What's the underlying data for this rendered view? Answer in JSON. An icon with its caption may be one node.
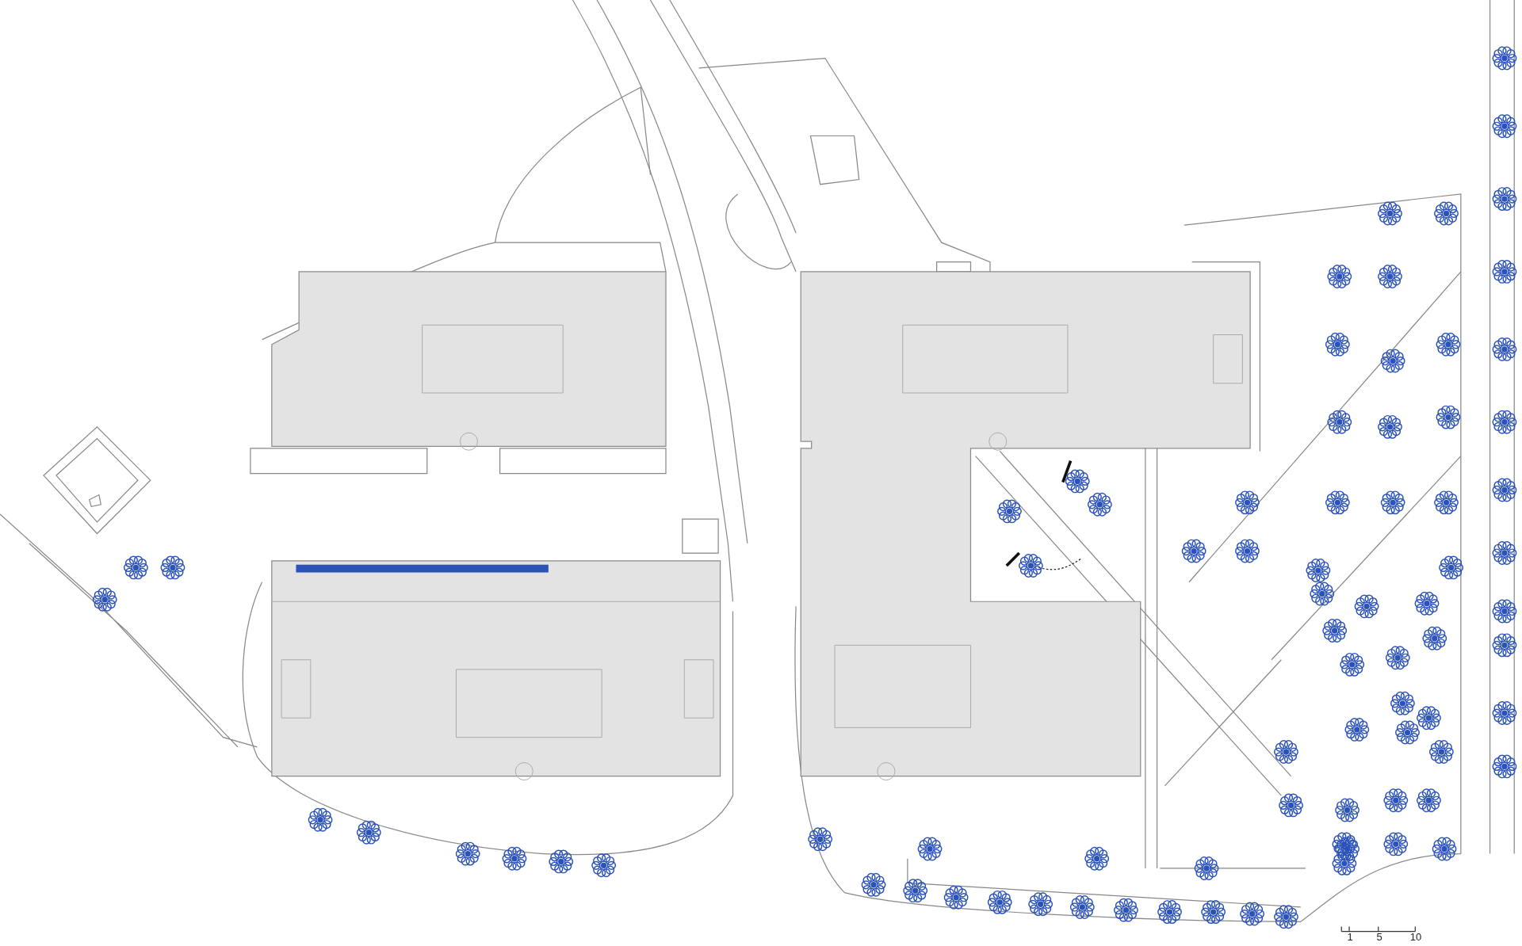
{
  "diagram": {
    "labels": [
      "1",
      "5",
      "10"
    ]
  }
}
